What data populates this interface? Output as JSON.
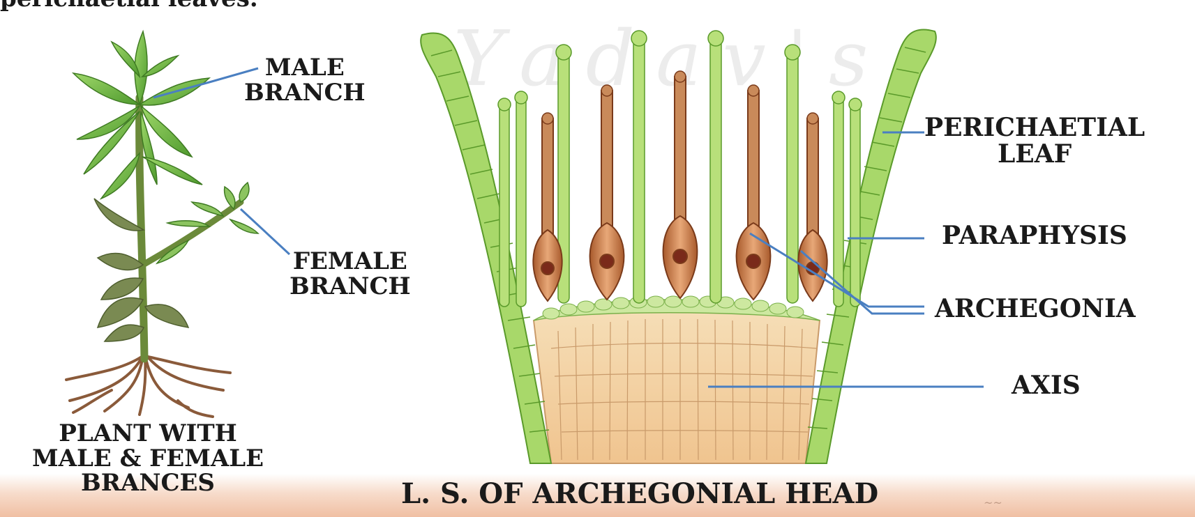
{
  "header": {
    "partial_text": "perichaetial leaves."
  },
  "watermark": {
    "text": "Yadav's"
  },
  "corner_mark": {
    "text": "~~"
  },
  "labels": {
    "male_branch": [
      "MALE",
      "BRANCH"
    ],
    "female_branch": [
      "FEMALE",
      "BRANCH"
    ],
    "perichaetial_leaf": [
      "PERICHAETIAL",
      "LEAF"
    ],
    "paraphysis": "PARAPHYSIS",
    "archegonia": "ARCHEGONIA",
    "axis": "AXIS"
  },
  "captions": {
    "plant": [
      "PLANT WITH",
      "MALE & FEMALE",
      "BRANCES"
    ],
    "ls": "L. S. OF ARCHEGONIAL HEAD"
  },
  "colors": {
    "leader_line": "#4a7fc1",
    "leaf_green": "#7cc24a",
    "leaf_dark": "#4a8a2a",
    "stem": "#6b8a3a",
    "root": "#8a5a3a",
    "archegonium": "#b56a3c",
    "archegonium_light": "#e8b08a",
    "axis_tissue": "#f2c99a",
    "axis_line": "#c99a6a",
    "paraphysis": "#a8d86a",
    "text": "#1a1a1a"
  }
}
